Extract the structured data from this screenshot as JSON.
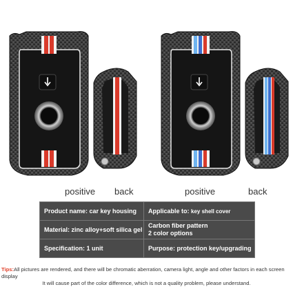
{
  "captions": {
    "left_positive": "positive",
    "left_back": "back",
    "right_positive": "positive",
    "right_back": "back"
  },
  "table": {
    "rows": [
      {
        "left_key": "Product name:",
        "left_val": "car key housing",
        "right_key": "Applicable to:",
        "right_val": "key shell cover"
      },
      {
        "left_key": "Material:",
        "left_val": "zinc alloy+soft silica gel",
        "right_lines": [
          "Carbon fiber pattern",
          "2 color options"
        ]
      },
      {
        "left_key": "Specification:",
        "left_val": "1 unit",
        "right_key": "Purpose:",
        "right_val": "protection key/upgrading"
      }
    ]
  },
  "tips": {
    "label": "Tips:",
    "line1": "All pictures are rendered, and there will be chromatic aberration, camera light, angle and other factors in each screen display",
    "line2": "It will cause part of the color difference, which is not a quality problem, please understand."
  },
  "colors": {
    "carbon": "#2b2b2b",
    "stripe_red": "#d93a2b",
    "stripe_blue": "#3d8ee0",
    "table_bg": "#4a4a4a",
    "tips_label": "#e0402a"
  }
}
